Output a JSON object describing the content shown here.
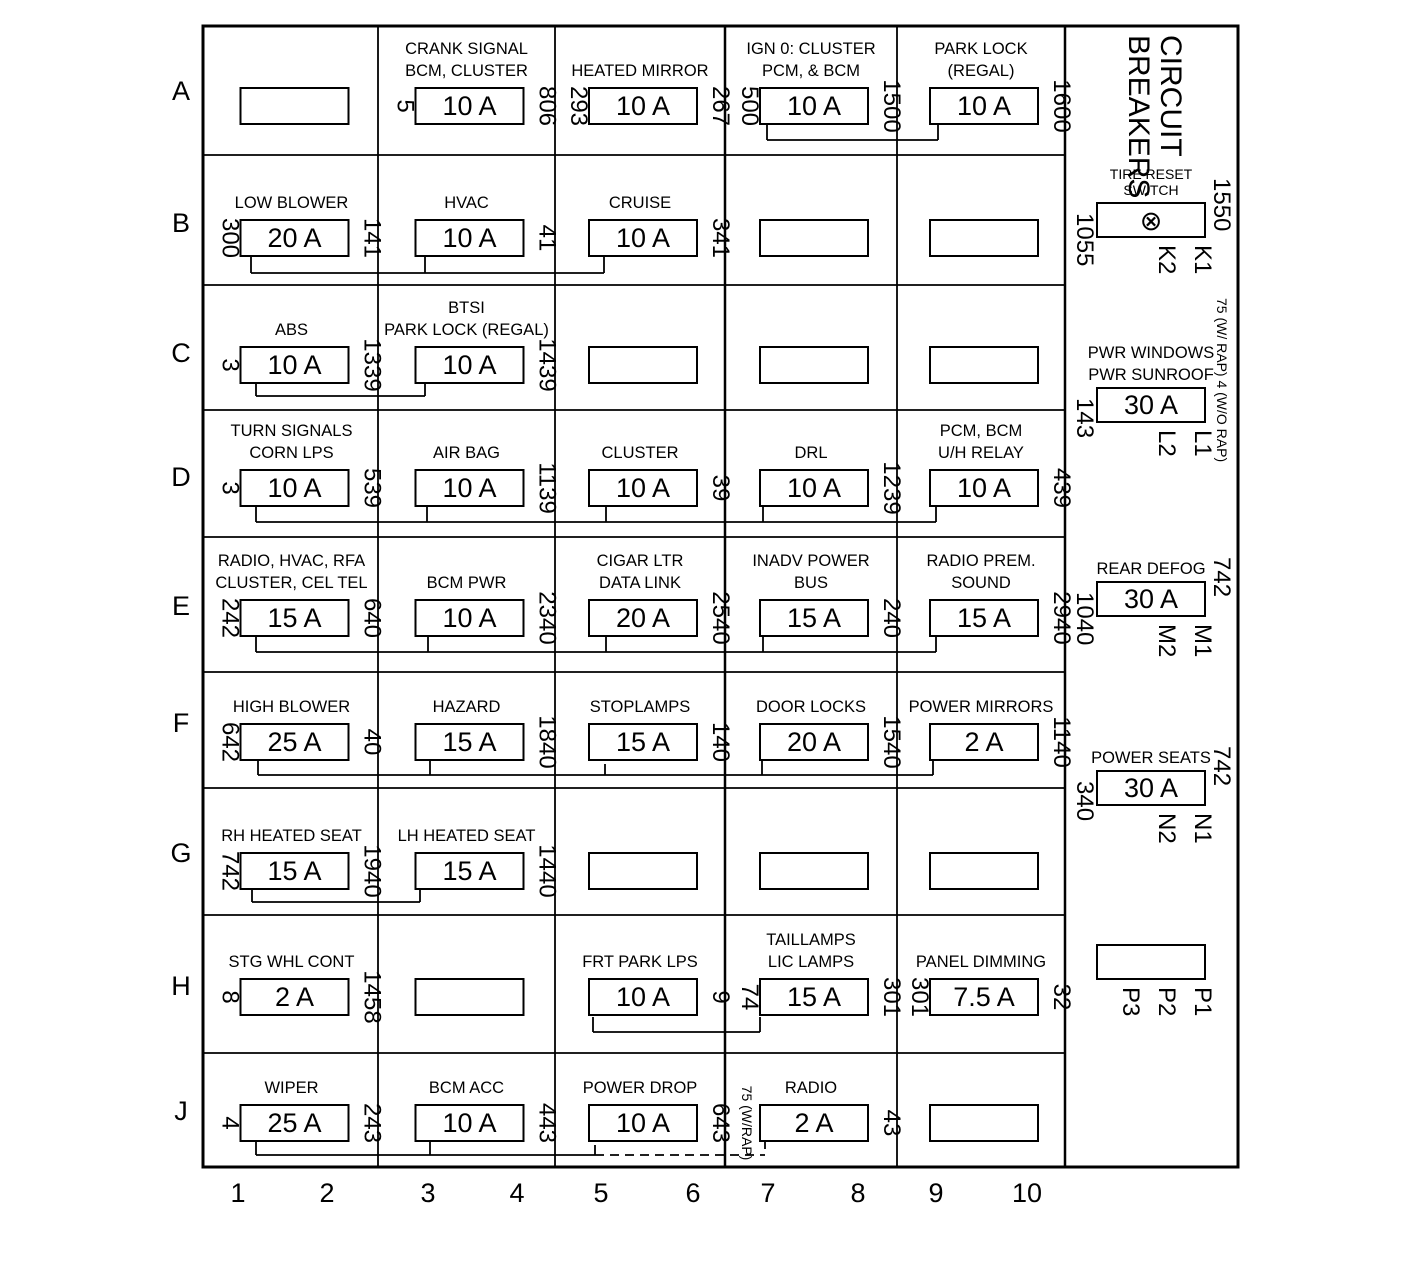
{
  "rows": [
    "A",
    "B",
    "C",
    "D",
    "E",
    "F",
    "G",
    "H",
    "J"
  ],
  "columns": [
    "1",
    "2",
    "3",
    "4",
    "5",
    "6",
    "7",
    "8",
    "9",
    "10"
  ],
  "fuses": [
    {
      "id": "A1",
      "empty": true
    },
    {
      "id": "A3",
      "label": [
        "CRANK SIGNAL",
        "BCM, CLUSTER"
      ],
      "amp": "10 A",
      "pinL": "5",
      "pinR": "806"
    },
    {
      "id": "A5",
      "label": [
        "HEATED MIRROR"
      ],
      "amp": "10 A",
      "pinL": "293",
      "pinR": "267"
    },
    {
      "id": "A7",
      "label": [
        "IGN 0: CLUSTER",
        "PCM, & BCM"
      ],
      "amp": "10 A",
      "pinL": "500",
      "pinR": "1500"
    },
    {
      "id": "A9",
      "label": [
        "PARK LOCK",
        "(REGAL)"
      ],
      "amp": "10 A",
      "pinR": "1600"
    },
    {
      "id": "B1",
      "label": [
        "LOW BLOWER"
      ],
      "amp": "20 A",
      "pinL": "300",
      "pinR": "141"
    },
    {
      "id": "B3",
      "label": [
        "HVAC"
      ],
      "amp": "10 A",
      "pinR": "41"
    },
    {
      "id": "B5",
      "label": [
        "CRUISE"
      ],
      "amp": "10 A",
      "pinR": "341"
    },
    {
      "id": "B7",
      "empty": true
    },
    {
      "id": "B9",
      "empty": true
    },
    {
      "id": "C1",
      "label": [
        "ABS"
      ],
      "amp": "10 A",
      "pinL": "3",
      "pinR": "1339"
    },
    {
      "id": "C3",
      "label": [
        "BTSI",
        "PARK LOCK (REGAL)"
      ],
      "amp": "10 A",
      "pinR": "1439"
    },
    {
      "id": "C5",
      "empty": true
    },
    {
      "id": "C7",
      "empty": true
    },
    {
      "id": "C9",
      "empty": true
    },
    {
      "id": "D1",
      "label": [
        "TURN SIGNALS",
        "CORN LPS"
      ],
      "amp": "10 A",
      "pinL": "3",
      "pinR": "539"
    },
    {
      "id": "D3",
      "label": [
        "AIR BAG"
      ],
      "amp": "10 A",
      "pinR": "1139"
    },
    {
      "id": "D5",
      "label": [
        "CLUSTER"
      ],
      "amp": "10 A",
      "pinR": "39"
    },
    {
      "id": "D7",
      "label": [
        "DRL"
      ],
      "amp": "10 A",
      "pinR": "1239"
    },
    {
      "id": "D9",
      "label": [
        "PCM, BCM",
        "U/H RELAY"
      ],
      "amp": "10 A",
      "pinR": "439"
    },
    {
      "id": "E1",
      "label": [
        "RADIO, HVAC, RFA",
        "CLUSTER, CEL TEL"
      ],
      "amp": "15 A",
      "pinL": "242",
      "pinR": "640"
    },
    {
      "id": "E3",
      "label": [
        "BCM PWR"
      ],
      "amp": "10 A",
      "pinR": "2340"
    },
    {
      "id": "E5",
      "label": [
        "CIGAR LTR",
        "DATA LINK"
      ],
      "amp": "20 A",
      "pinR": "2540"
    },
    {
      "id": "E7",
      "label": [
        "INADV POWER",
        "BUS"
      ],
      "amp": "15 A",
      "pinR": "240"
    },
    {
      "id": "E9",
      "label": [
        "RADIO PREM.",
        "SOUND"
      ],
      "amp": "15 A",
      "pinR": "2940"
    },
    {
      "id": "F1",
      "label": [
        "HIGH BLOWER"
      ],
      "amp": "25 A",
      "pinL": "642",
      "pinR": "40"
    },
    {
      "id": "F3",
      "label": [
        "HAZARD"
      ],
      "amp": "15 A",
      "pinR": "1840"
    },
    {
      "id": "F5",
      "label": [
        "STOPLAMPS"
      ],
      "amp": "15 A",
      "pinR": "140"
    },
    {
      "id": "F7",
      "label": [
        "DOOR LOCKS"
      ],
      "amp": "20 A",
      "pinR": "1540"
    },
    {
      "id": "F9",
      "label": [
        "POWER MIRRORS"
      ],
      "amp": "2 A",
      "pinR": "1140"
    },
    {
      "id": "G1",
      "label": [
        "RH HEATED SEAT"
      ],
      "amp": "15 A",
      "pinL": "742",
      "pinR": "1940"
    },
    {
      "id": "G3",
      "label": [
        "LH HEATED SEAT"
      ],
      "amp": "15 A",
      "pinR": "1440"
    },
    {
      "id": "G5",
      "empty": true
    },
    {
      "id": "G7",
      "empty": true
    },
    {
      "id": "G9",
      "empty": true
    },
    {
      "id": "H1",
      "label": [
        "STG WHL CONT"
      ],
      "amp": "2 A",
      "pinL": "8",
      "pinR": "1458"
    },
    {
      "id": "H3",
      "empty": true
    },
    {
      "id": "H5",
      "label": [
        "FRT PARK LPS"
      ],
      "amp": "10 A",
      "pinR": "9"
    },
    {
      "id": "H7",
      "label": [
        "TAILLAMPS",
        "LIC LAMPS"
      ],
      "amp": "15 A",
      "pinL": "74",
      "pinR": "301"
    },
    {
      "id": "H9",
      "label": [
        "PANEL DIMMING"
      ],
      "amp": "7.5 A",
      "pinL": "301",
      "pinR": "32"
    },
    {
      "id": "J1",
      "label": [
        "WIPER"
      ],
      "amp": "25 A",
      "pinL": "4",
      "pinR": "243"
    },
    {
      "id": "J3",
      "label": [
        "BCM ACC"
      ],
      "amp": "10 A",
      "pinR": "443"
    },
    {
      "id": "J5",
      "label": [
        "POWER DROP"
      ],
      "amp": "10 A",
      "pinR": "643"
    },
    {
      "id": "J7",
      "label": [
        "RADIO"
      ],
      "amp": "2 A",
      "pinL": "75 (W/RAP)",
      "pinR": "43"
    },
    {
      "id": "J9",
      "empty": true
    }
  ],
  "breakers": {
    "title": [
      "CIRCUIT",
      "BREAKERS"
    ],
    "items": [
      {
        "id": "K",
        "label": [
          "TIRE RESET",
          "SWITCH"
        ],
        "symbol": "⊗",
        "pinL": "1055",
        "pinR": "1550",
        "terminals": [
          "K2",
          "K1"
        ]
      },
      {
        "id": "L",
        "label": [
          "PWR WINDOWS",
          "PWR SUNROOF"
        ],
        "amp": "30 A",
        "pinL": "143",
        "pinR": "75 (W/ RAP) 4 (W/O RAP)",
        "terminals": [
          "L2",
          "L1"
        ]
      },
      {
        "id": "M",
        "label": [
          "REAR DEFOG"
        ],
        "amp": "30 A",
        "pinL": "1040",
        "pinR": "742",
        "terminals": [
          "M2",
          "M1"
        ]
      },
      {
        "id": "N",
        "label": [
          "POWER SEATS"
        ],
        "amp": "30 A",
        "pinL": "340",
        "pinR": "742",
        "terminals": [
          "N2",
          "N1"
        ]
      },
      {
        "id": "P",
        "empty": true,
        "terminals": [
          "P3",
          "P2",
          "P1"
        ]
      }
    ]
  }
}
